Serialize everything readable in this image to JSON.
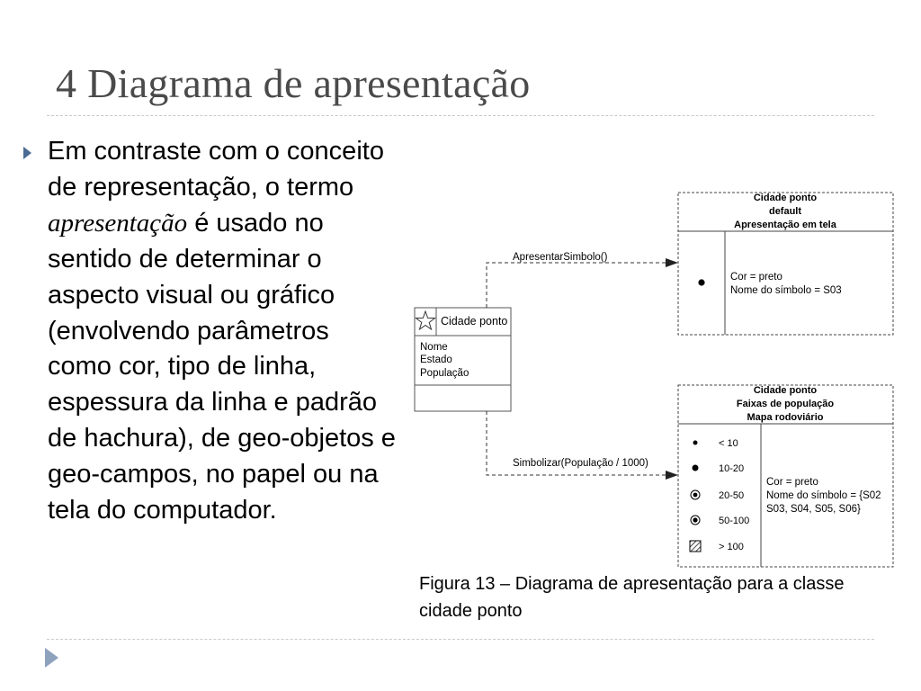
{
  "slide": {
    "title": "4 Diagrama de apresentação",
    "body": {
      "p1": "Em contraste com o conceito de representação, o termo ",
      "em": "apresentação",
      "p2": " é usado no sentido de determinar o aspecto visual ou gráfico (envolvendo parâmetros como cor, tipo de linha, espessura da linha e padrão de hachura), de geo-objetos e geo-campos, no papel ou na tela do computador."
    },
    "caption": "Figura 13 – Diagrama de apresentação para a classe cidade ponto"
  },
  "diagram": {
    "class_box": {
      "name": "Cidade ponto",
      "icon": "star-icon",
      "attributes": [
        "Nome",
        "Estado",
        "População"
      ]
    },
    "arrow_top": "ApresentarSimbolo()",
    "arrow_bottom": "Simbolizar(População / 1000)",
    "box_default": {
      "header": [
        "Cidade ponto",
        "default",
        "Apresentação em tela"
      ],
      "props": [
        "Cor = preto",
        "Nome do símbolo = S03"
      ]
    },
    "box_ranges": {
      "header": [
        "Cidade ponto",
        "Faixas de população",
        "Mapa rodoviário"
      ],
      "ranges": [
        "< 10",
        "10-20",
        "20-50",
        "50-100",
        "> 100"
      ],
      "props": [
        "Cor = preto",
        "Nome do símbolo = {S02",
        "S03, S04, S05, S06}"
      ]
    }
  }
}
